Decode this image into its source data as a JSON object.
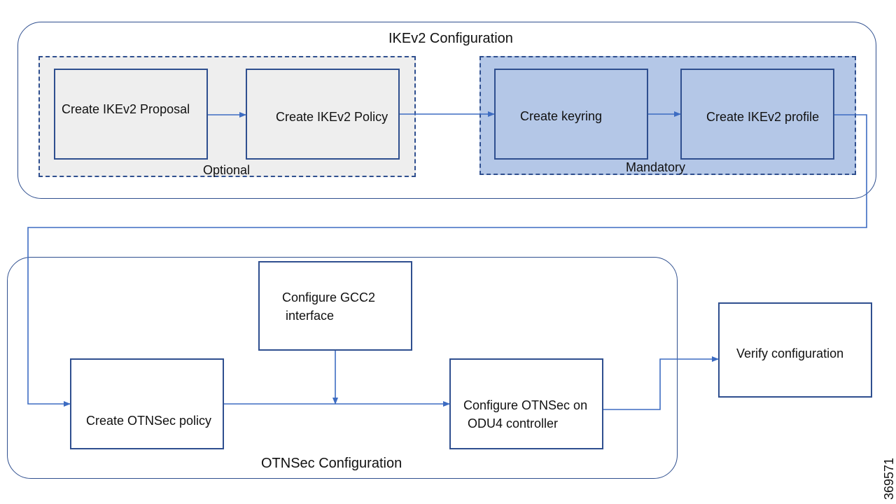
{
  "diagram": {
    "ikev2_group": {
      "title": "IKEv2 Configuration",
      "optional_label": "Optional",
      "mandatory_label": "Mandatory",
      "steps": {
        "proposal": "Create IKEv2 Proposal",
        "policy": "Create IKEv2 Policy",
        "keyring": "Create keyring",
        "profile": "Create IKEv2 profile"
      }
    },
    "otnsec_group": {
      "title": "OTNSec Configuration",
      "steps": {
        "gcc2_line1": "Configure GCC2",
        "gcc2_line2": "interface",
        "policy": "Create OTNSec policy",
        "odu4_line1": "Configure OTNSec on",
        "odu4_line2": "ODU4 controller"
      }
    },
    "verify": "Verify configuration",
    "figure_number": "369571"
  },
  "colors": {
    "stroke": "#2f4f8f",
    "optional_fill": "#eeeeee",
    "mandatory_fill": "#b4c7e7"
  }
}
